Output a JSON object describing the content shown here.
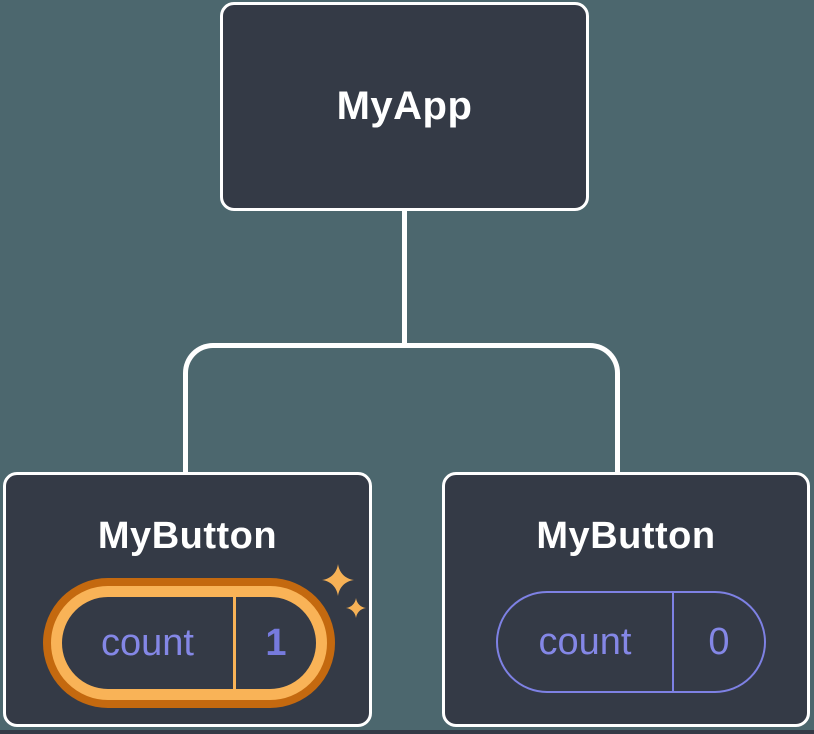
{
  "diagram": {
    "description_colors": {
      "background": "#4C676E",
      "node_fill": "#343A46",
      "node_border": "#FFFFFF",
      "connector": "#FFFFFF",
      "state_text_purple": "#8487E6",
      "pill_border_purple": "#7E81E4",
      "highlight_ring_outer": "#C4690F",
      "highlight_ring_inner": "#F9B357",
      "sparkle": "#F6B156"
    },
    "tree": {
      "root": {
        "label": "MyApp"
      },
      "children": [
        {
          "label": "MyButton",
          "state_name": "count",
          "state_value": "1",
          "highlighted": true
        },
        {
          "label": "MyButton",
          "state_name": "count",
          "state_value": "0",
          "highlighted": false
        }
      ]
    }
  }
}
